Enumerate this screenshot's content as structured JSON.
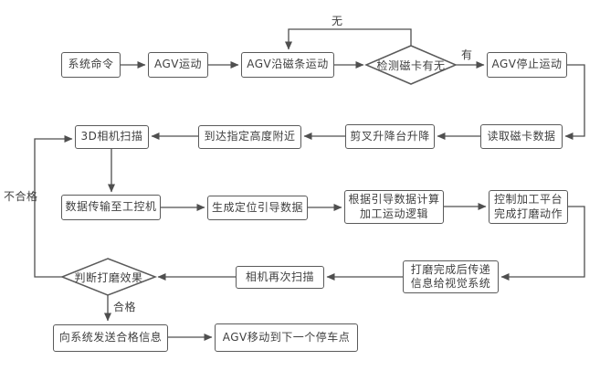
{
  "diagram": {
    "type": "flowchart",
    "language": "zh-CN",
    "topic": "AGV grinding / machining vision process flow"
  },
  "nodes": {
    "sys_command": {
      "label": "系统命令"
    },
    "agv_move": {
      "label": "AGV运动"
    },
    "agv_along_strip": {
      "label": "AGV沿磁条运动"
    },
    "detect_card": {
      "label": "检测磁卡有无"
    },
    "agv_stop": {
      "label": "AGV停止运动"
    },
    "cam_3d_scan": {
      "label": "3D相机扫描"
    },
    "reach_height": {
      "label": "到达指定高度附近"
    },
    "scissor_lift": {
      "label": "剪叉升降台升降"
    },
    "read_card": {
      "label": "读取磁卡数据"
    },
    "data_to_ipc": {
      "label": "数据传输至工控机"
    },
    "gen_guide": {
      "label": "生成定位引导数据"
    },
    "calc_logic": {
      "label": "根据引导数据计算\n加工运动逻辑"
    },
    "control_platform": {
      "label": "控制加工平台\n完成打磨动作"
    },
    "judge_effect": {
      "label": "判断打磨效果"
    },
    "cam_rescan": {
      "label": "相机再次扫描"
    },
    "grind_info": {
      "label": "打磨完成后传递\n信息给视觉系统"
    },
    "send_pass": {
      "label": "向系统发送合格信息"
    },
    "agv_next": {
      "label": "AGV移动到下一个停车点"
    }
  },
  "edge_labels": {
    "no": "无",
    "yes": "有",
    "fail": "不合格",
    "pass": "合格"
  },
  "edges": [
    {
      "from": "系统命令",
      "to": "AGV运动"
    },
    {
      "from": "AGV运动",
      "to": "AGV沿磁条运动"
    },
    {
      "from": "AGV沿磁条运动",
      "to": "检测磁卡有无"
    },
    {
      "from": "检测磁卡有无",
      "to": "AGV沿磁条运动",
      "label": "无"
    },
    {
      "from": "检测磁卡有无",
      "to": "AGV停止运动",
      "label": "有"
    },
    {
      "from": "AGV停止运动",
      "to": "读取磁卡数据"
    },
    {
      "from": "读取磁卡数据",
      "to": "剪叉升降台升降"
    },
    {
      "from": "剪叉升降台升降",
      "to": "到达指定高度附近"
    },
    {
      "from": "到达指定高度附近",
      "to": "3D相机扫描"
    },
    {
      "from": "3D相机扫描",
      "to": "数据传输至工控机"
    },
    {
      "from": "数据传输至工控机",
      "to": "生成定位引导数据"
    },
    {
      "from": "生成定位引导数据",
      "to": "根据引导数据计算加工运动逻辑"
    },
    {
      "from": "根据引导数据计算加工运动逻辑",
      "to": "控制加工平台完成打磨动作"
    },
    {
      "from": "控制加工平台完成打磨动作",
      "to": "打磨完成后传递信息给视觉系统"
    },
    {
      "from": "打磨完成后传递信息给视觉系统",
      "to": "相机再次扫描"
    },
    {
      "from": "相机再次扫描",
      "to": "判断打磨效果"
    },
    {
      "from": "判断打磨效果",
      "to": "3D相机扫描",
      "label": "不合格"
    },
    {
      "from": "判断打磨效果",
      "to": "向系统发送合格信息",
      "label": "合格"
    },
    {
      "from": "向系统发送合格信息",
      "to": "AGV移动到下一个停车点"
    }
  ],
  "colors": {
    "line": "#4f4f4f",
    "border": "#5a5a5a",
    "text": "#3f3f3f",
    "background": "#ffffff"
  }
}
